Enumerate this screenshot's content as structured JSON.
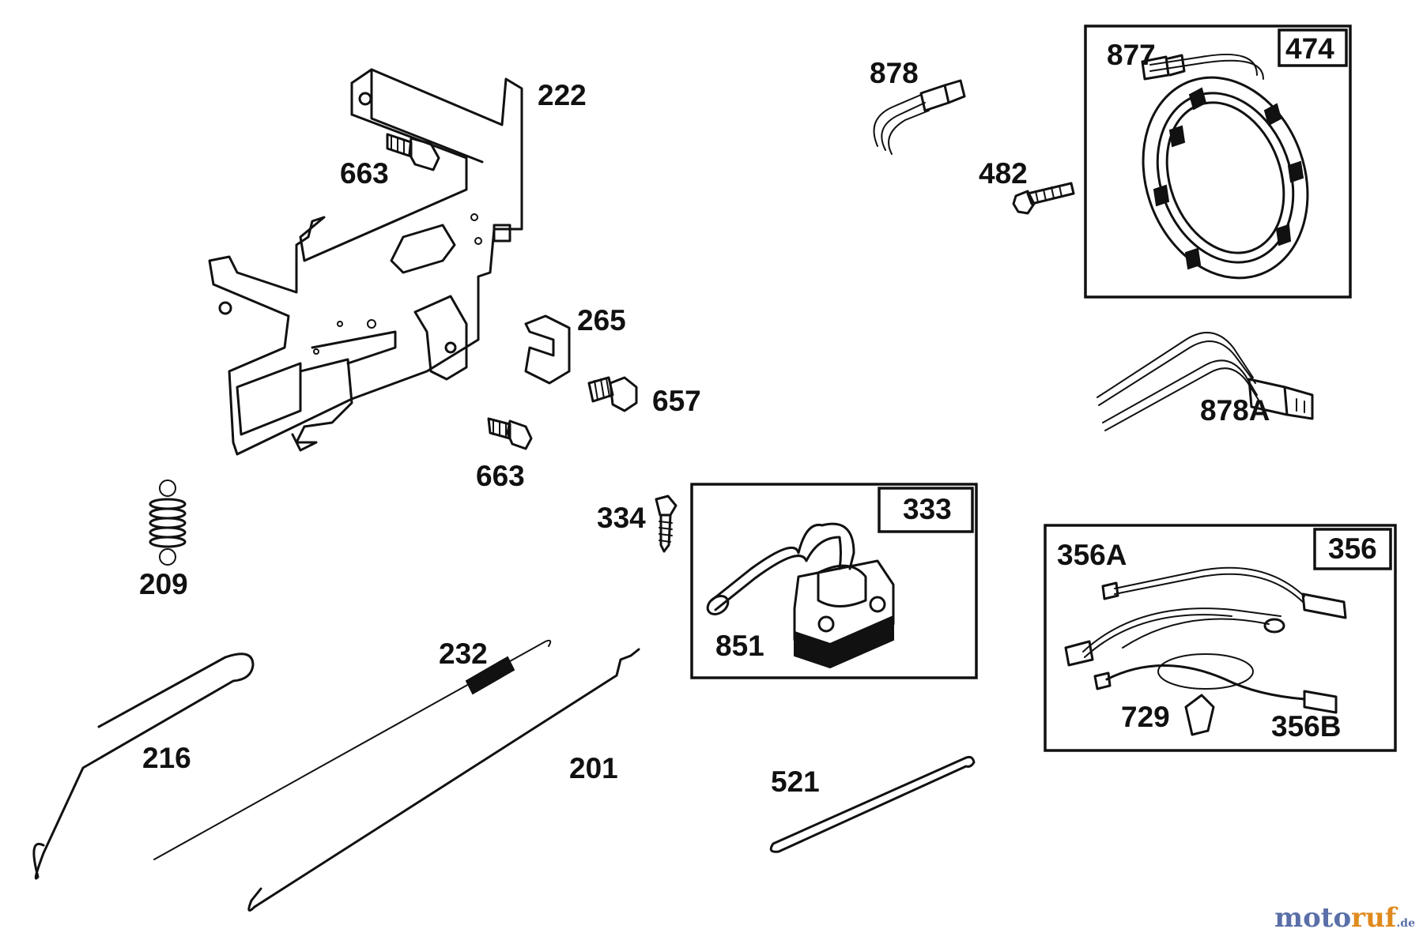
{
  "diagram": {
    "labels": {
      "p222": "222",
      "p663a": "663",
      "p663b": "663",
      "p265": "265",
      "p657": "657",
      "p209": "209",
      "p216": "216",
      "p232": "232",
      "p201": "201",
      "p334": "334",
      "p878": "878",
      "p482": "482",
      "p474": "474",
      "p877": "877",
      "p878a": "878A",
      "p333": "333",
      "p851": "851",
      "p521": "521",
      "p356": "356",
      "p356a": "356A",
      "p356b": "356B",
      "p729": "729"
    }
  },
  "watermark": {
    "part1": "moto",
    "part2": "ruf",
    "part3": ".de"
  }
}
